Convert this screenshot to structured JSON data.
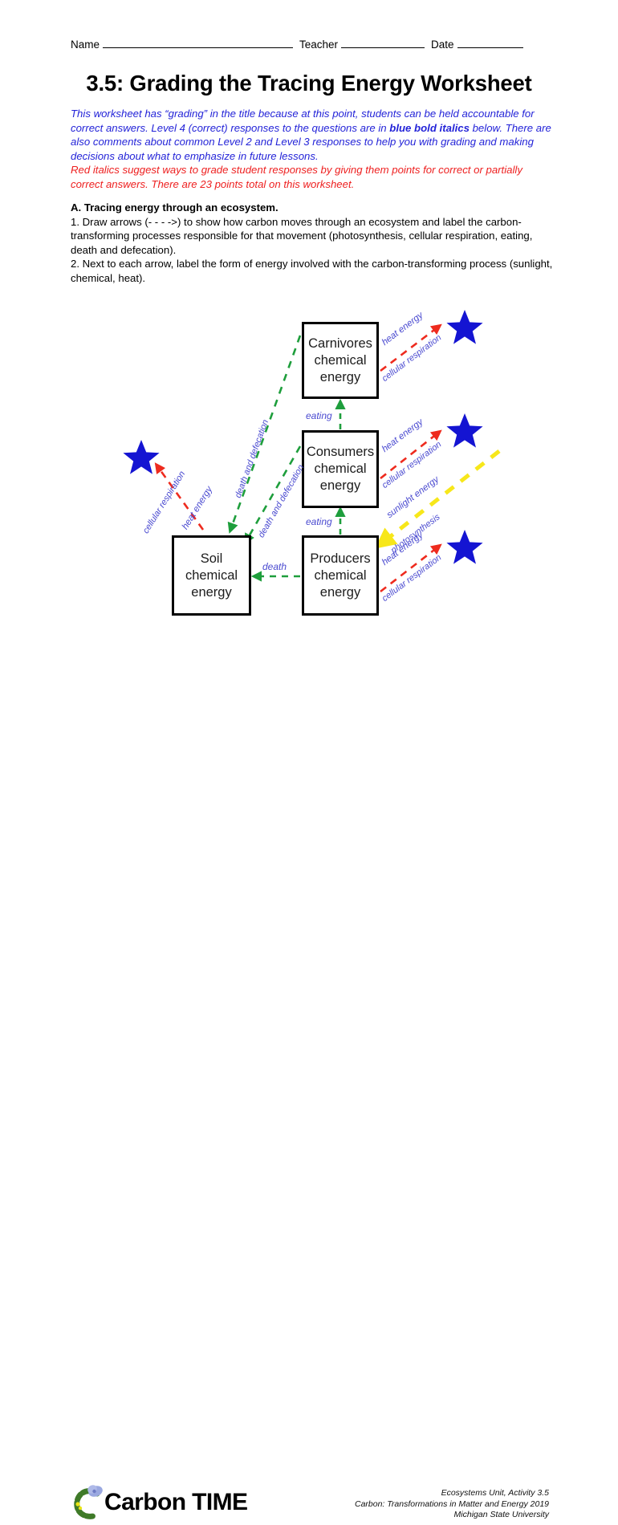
{
  "header": {
    "name_label": "Name",
    "teacher_label": "Teacher",
    "date_label": "Date"
  },
  "title": "3.5: Grading the Tracing Energy Worksheet",
  "intro": {
    "blue_part1": "This worksheet has “grading” in the title because at this point, students can be held accountable for correct answers. Level 4 (correct) responses to the questions are in ",
    "blue_bold": "blue bold italics",
    "blue_part2": " below. There are also comments about common Level 2 and Level 3 responses to help you with grading and making decisions about what to emphasize in future lessons.",
    "red": "Red italics suggest ways to grade student responses by giving them points for correct or partially correct answers. There are 23 points total on this worksheet."
  },
  "section_a": {
    "heading": "A. Tracing energy through an ecosystem.",
    "item1": "1. Draw arrows (- - - ->) to show how carbon moves through an ecosystem and label the carbon-transforming processes responsible for that movement (photosynthesis, cellular respiration, eating, death and defecation).",
    "item2": "2. Next to each arrow, label the form of energy involved with the carbon-transforming process (sunlight, chemical, heat)."
  },
  "diagram": {
    "boxes": [
      {
        "id": "carnivores",
        "line1": "Carnivores",
        "line2": "chemical",
        "line3": "energy"
      },
      {
        "id": "consumers",
        "line1": "Consumers",
        "line2": "chemical",
        "line3": "energy"
      },
      {
        "id": "producers",
        "line1": "Producers",
        "line2": "chemical",
        "line3": "energy"
      },
      {
        "id": "soil",
        "line1": "Soil",
        "line2": "chemical",
        "line3": "energy"
      }
    ],
    "labels": {
      "heat_energy": "heat energy",
      "cellular_respiration": "cellular respiration",
      "sunlight_energy": "sunlight energy",
      "photosynthesis": "photosynthesis",
      "death_and_defecation": "death and defecation",
      "eating": "eating",
      "death": "death"
    },
    "colors": {
      "heat_arrow": "#ee2b1e",
      "process_label": "#4a4ad0",
      "matter_arrow": "#1e9e3c",
      "sunlight_arrow": "#f7e71a",
      "star": "#1414d2",
      "box_border": "#000000"
    },
    "star_count": 4
  },
  "footer": {
    "logo_text_c": "C",
    "logo_text_rest": "arbon TIME",
    "credit_line1": "Ecosystems Unit, Activity 3.5",
    "credit_line2": "Carbon: Transformations in Matter and Energy 2019",
    "credit_line3": "Michigan State University"
  }
}
